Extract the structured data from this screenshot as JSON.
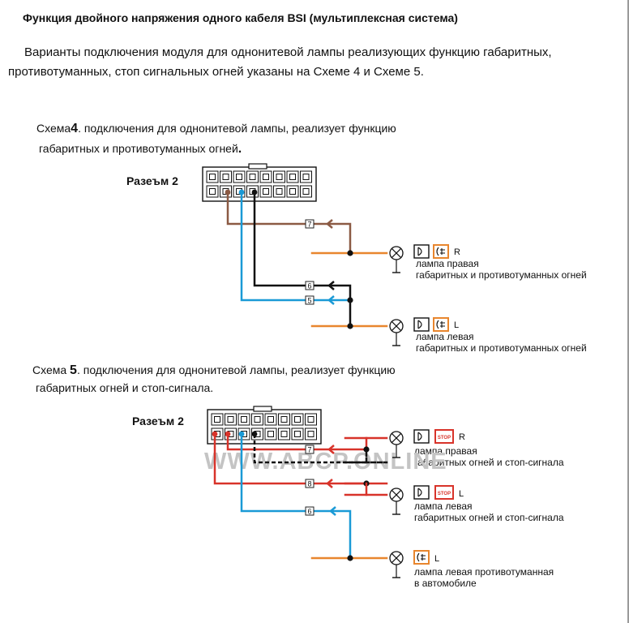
{
  "heading": "Функция двойного напряжения одного кабеля BSI (мультиплексная система)",
  "intro": {
    "line1": "Варианты подключения модуля  для однонитевой лампы реализующих функцию габаритных,",
    "line2": "противотуманных, стоп сигнальных огней указаны на Схеме 4 и Схеме 5."
  },
  "scheme4": {
    "title_prefix": "Схема",
    "title_num": "4",
    "title_rest": ". подключения для однонитевой лампы, реализует функцию",
    "title_line2": "габаритных и противотуманных огней",
    "title_line2_end": ".",
    "connector": "Разеъм 2",
    "pins": [
      "7",
      "6",
      "5"
    ],
    "lamps": [
      {
        "side": "R",
        "line1": "лампа правая",
        "line2": "габаритных и противотуманных огней"
      },
      {
        "side": "L",
        "line1": "лампа левая",
        "line2": "габаритных и противотуманных огней"
      }
    ]
  },
  "scheme5": {
    "title_prefix": "Схема",
    "title_num": "5",
    "title_rest": ".  подключения для однонитевой лампы, реализует функцию",
    "title_line2": "габаритных огней  и  стоп-сигнала.",
    "connector": "Разеъм 2",
    "pins": [
      "7",
      "8",
      "6"
    ],
    "stop_text": "STOP",
    "lamps": [
      {
        "side": "R",
        "line1": "лампа правая",
        "line2": "габаритных огней  и  стоп-сигнала"
      },
      {
        "side": "L",
        "line1": "лампа левая",
        "line2": "габаритных огней  и  стоп-сигнала"
      },
      {
        "side": "L",
        "line1": "лампа левая противотуманная",
        "line2": "в автомобиле"
      }
    ]
  },
  "watermark": "WWW.ABCP.ONLINE",
  "colors": {
    "brown": "#8b5a44",
    "blue": "#1a9ad6",
    "black": "#111111",
    "orange": "#e8862e",
    "red": "#d8332a"
  }
}
